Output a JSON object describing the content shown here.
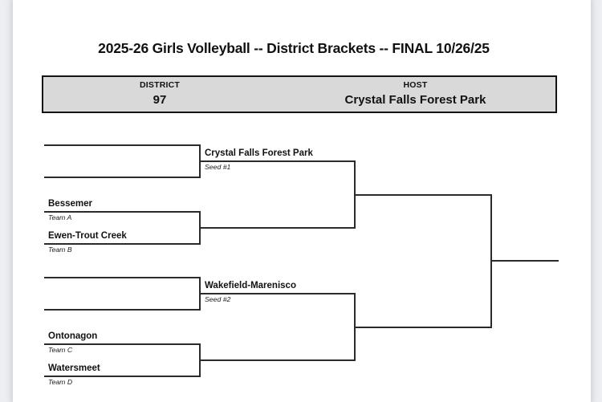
{
  "document": {
    "title": "2025-26 Girls Volleyball -- District Brackets -- FINAL 10/26/25",
    "background_color": "#eceef1",
    "sheet_color": "#ffffff",
    "line_color": "#2b2b2b"
  },
  "header": {
    "district_label": "DISTRICT",
    "district_value": "97",
    "host_label": "HOST",
    "host_value": "Crystal Falls Forest Park",
    "fill_color": "#d9d9d9",
    "border_color": "#141414"
  },
  "bracket": {
    "round1": [
      {
        "name": "",
        "sub": ""
      },
      {
        "name": "",
        "sub": ""
      },
      {
        "name": "Bessemer",
        "sub": "Team A"
      },
      {
        "name": "Ewen-Trout Creek",
        "sub": "Team B"
      },
      {
        "name": "",
        "sub": ""
      },
      {
        "name": "",
        "sub": ""
      },
      {
        "name": "Ontonagon",
        "sub": "Team C"
      },
      {
        "name": "Watersmeet",
        "sub": "Team D"
      }
    ],
    "round2": [
      {
        "name": "Crystal Falls Forest Park",
        "sub": "Seed #1"
      },
      {
        "name": "",
        "sub": ""
      },
      {
        "name": "Wakefield-Marenisco",
        "sub": "Seed #2"
      },
      {
        "name": "",
        "sub": ""
      }
    ],
    "round3": [
      {
        "name": "",
        "sub": ""
      },
      {
        "name": "",
        "sub": ""
      }
    ],
    "champion": {
      "name": "",
      "sub": ""
    }
  }
}
